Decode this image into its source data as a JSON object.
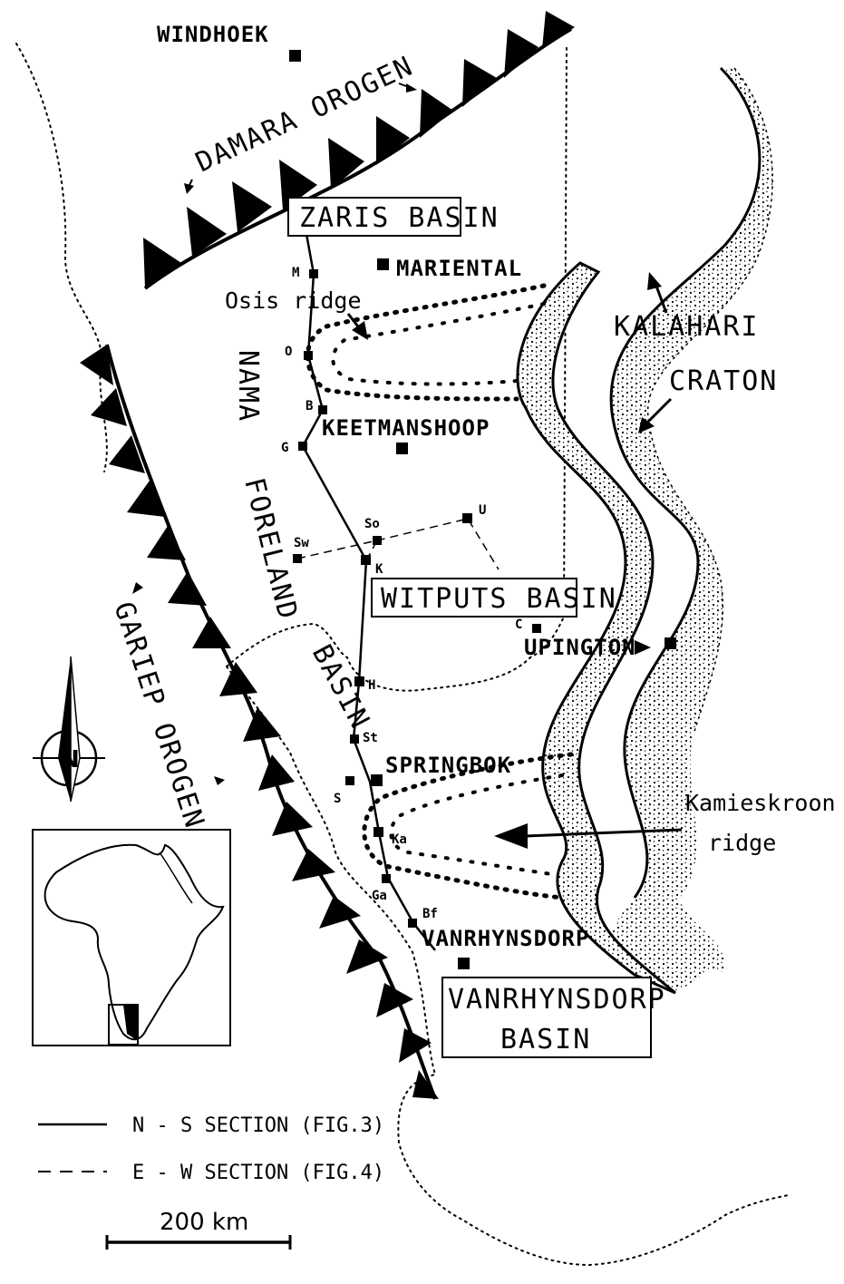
{
  "cities": {
    "windhoek": "WINDHOEK",
    "mariental": "MARIENTAL",
    "keetmanshoop": "KEETMANSHOOP",
    "upington": "UPINGTON",
    "springbok": "SPRINGBOK",
    "vanrhynsdorp": "VANRHYNSDORP"
  },
  "regions": {
    "damara_orogen": "DAMARA OROGEN",
    "gariep_orogen": "GARIEP OROGEN",
    "kalahari": "KALAHARI",
    "craton": "CRATON",
    "nama": "NAMA",
    "foreland": "FORELAND",
    "basin": "BASIN",
    "osis_ridge": "Osis ridge",
    "kamieskroon_line1": "Kamieskroon",
    "kamieskroon_line2": "ridge"
  },
  "basins": {
    "zaris": "ZARIS BASIN",
    "witputs": "WITPUTS BASIN",
    "vanrhynsdorp_line1": "VANRHYNSDORP",
    "vanrhynsdorp_line2": "BASIN"
  },
  "stations": {
    "M": "M",
    "O": "O",
    "B": "B",
    "G": "G",
    "K": "K",
    "So": "So",
    "Sw": "Sw",
    "U": "U",
    "C": "C",
    "H": "H",
    "St": "St",
    "S": "S",
    "Ka": "Ka",
    "Ga": "Ga",
    "Bf": "Bf"
  },
  "legend": {
    "ns": "N - S  SECTION (FIG.3)",
    "ew": "E - W  SECTION (FIG.4)"
  },
  "scale": {
    "label": "200 km"
  },
  "compass": {
    "north": "N"
  }
}
